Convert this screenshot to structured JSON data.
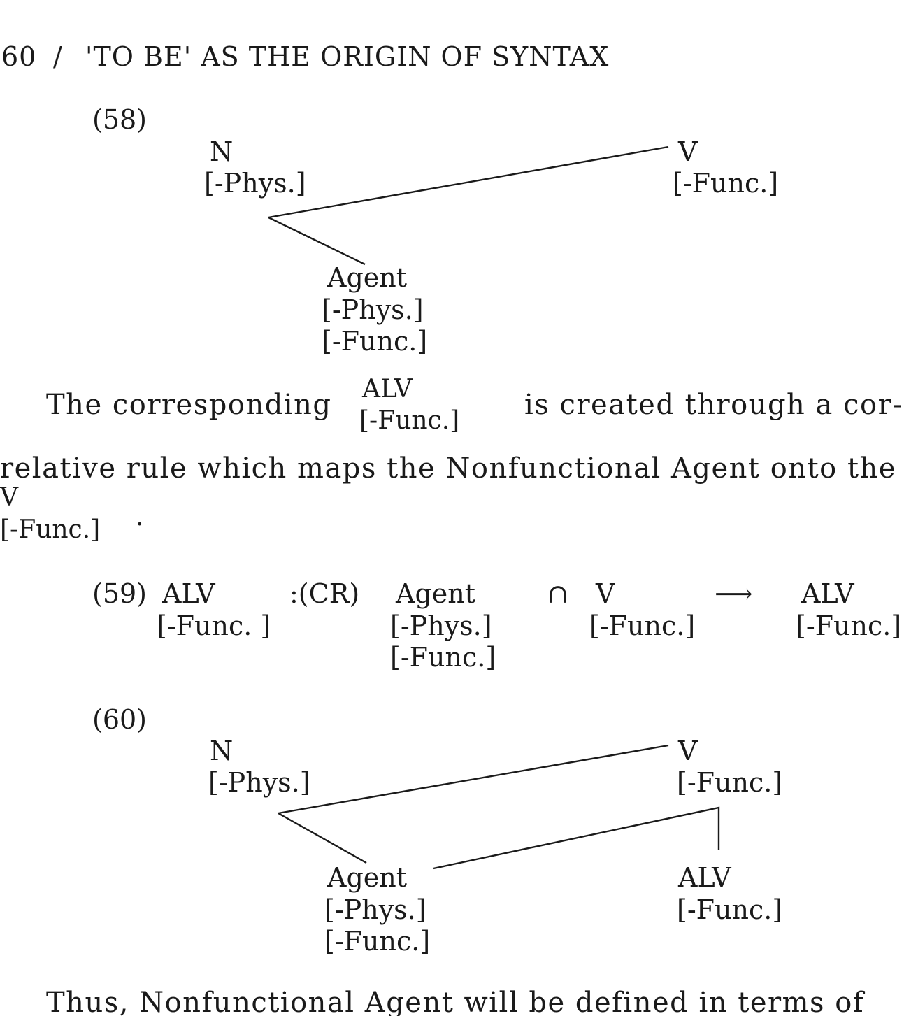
{
  "header": {
    "page_number": "60",
    "separator": "/",
    "running_title": "'TO BE' AS THE ORIGIN OF SYNTAX"
  },
  "ex58": {
    "number": "(58)",
    "n_label": "N",
    "n_feature": "[-Phys.]",
    "v_label": "V",
    "v_feature": "[-Func.]",
    "agent_label": "Agent",
    "agent_feature1": "[-Phys.]",
    "agent_feature2": "[-Func.]"
  },
  "para1": {
    "pre": "The corresponding",
    "stack_top": "ALV",
    "stack_bottom": "[-Func.]",
    "post": "is created through a cor-",
    "line2": "relative rule which maps the Nonfunctional Agent onto the",
    "v_top": "V",
    "v_bottom": "[-Func.]",
    "v_dot": "."
  },
  "ex59": {
    "number": "(59)",
    "alv": "ALV",
    "alv_feature": "[-Func. ]",
    "rule_label": ":(CR)",
    "agent": "Agent",
    "agent_feature1": "[-Phys.]",
    "agent_feature2": "[-Func.]",
    "operator": "∩",
    "v": "V",
    "v_feature": "[-Func.]",
    "arrow": "⟶",
    "result": "ALV",
    "result_feature": "[-Func.]"
  },
  "ex60": {
    "number": "(60)",
    "n_label": "N",
    "n_feature": "[-Phys.]",
    "v_label": "V",
    "v_feature": "[-Func.]",
    "agent_label": "Agent",
    "agent_feature1": "[-Phys.]",
    "agent_feature2": "[-Func.]",
    "alv_label": "ALV",
    "alv_feature": "[-Func.]"
  },
  "para2": {
    "line1": "Thus, Nonfunctional Agent will be defined in terms of"
  }
}
